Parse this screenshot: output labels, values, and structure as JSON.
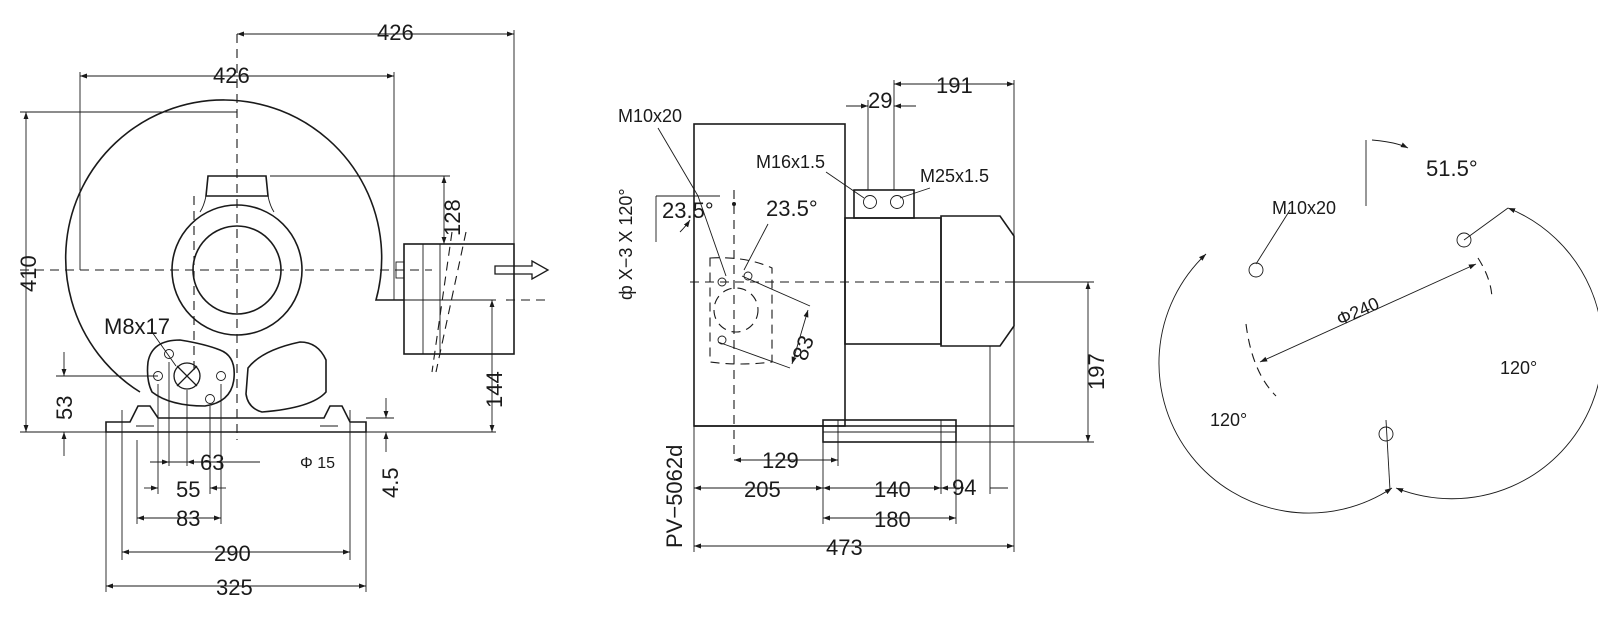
{
  "front_view": {
    "dim_overall_width_top": "426",
    "dim_width_housing": "426",
    "dim_height": "410",
    "dim_outlet_height": "128",
    "dim_outlet_center": "144",
    "dim_base_offset": "53",
    "dim_base_plate": "4.5",
    "dim_63": "63",
    "dim_55": "55",
    "dim_83": "83",
    "dim_290": "290",
    "dim_325": "325",
    "hole_dia": "Φ 15",
    "thread_label": "M8x17"
  },
  "side_view": {
    "dim_191": "191",
    "dim_29": "29",
    "thread_m10": "M10x20",
    "thread_m16": "M16x1.5",
    "thread_m25": "M25x1.5",
    "angle_left": "23.5°",
    "angle_right": "23.5°",
    "pattern_label": "ф X−3 X 120°",
    "dim_83_diag": "83",
    "dim_197": "197",
    "dim_129": "129",
    "dim_205": "205",
    "dim_140": "140",
    "dim_94": "94",
    "dim_180": "180",
    "dim_473": "473",
    "model": "PV−5062d"
  },
  "flange_view": {
    "angle_51": "51.5°",
    "thread_m10": "M10x20",
    "diameter": "Φ240",
    "angle_right": "120°",
    "angle_left": "120°"
  },
  "colors": {
    "line": "#1a1a1a",
    "background": "#ffffff"
  }
}
